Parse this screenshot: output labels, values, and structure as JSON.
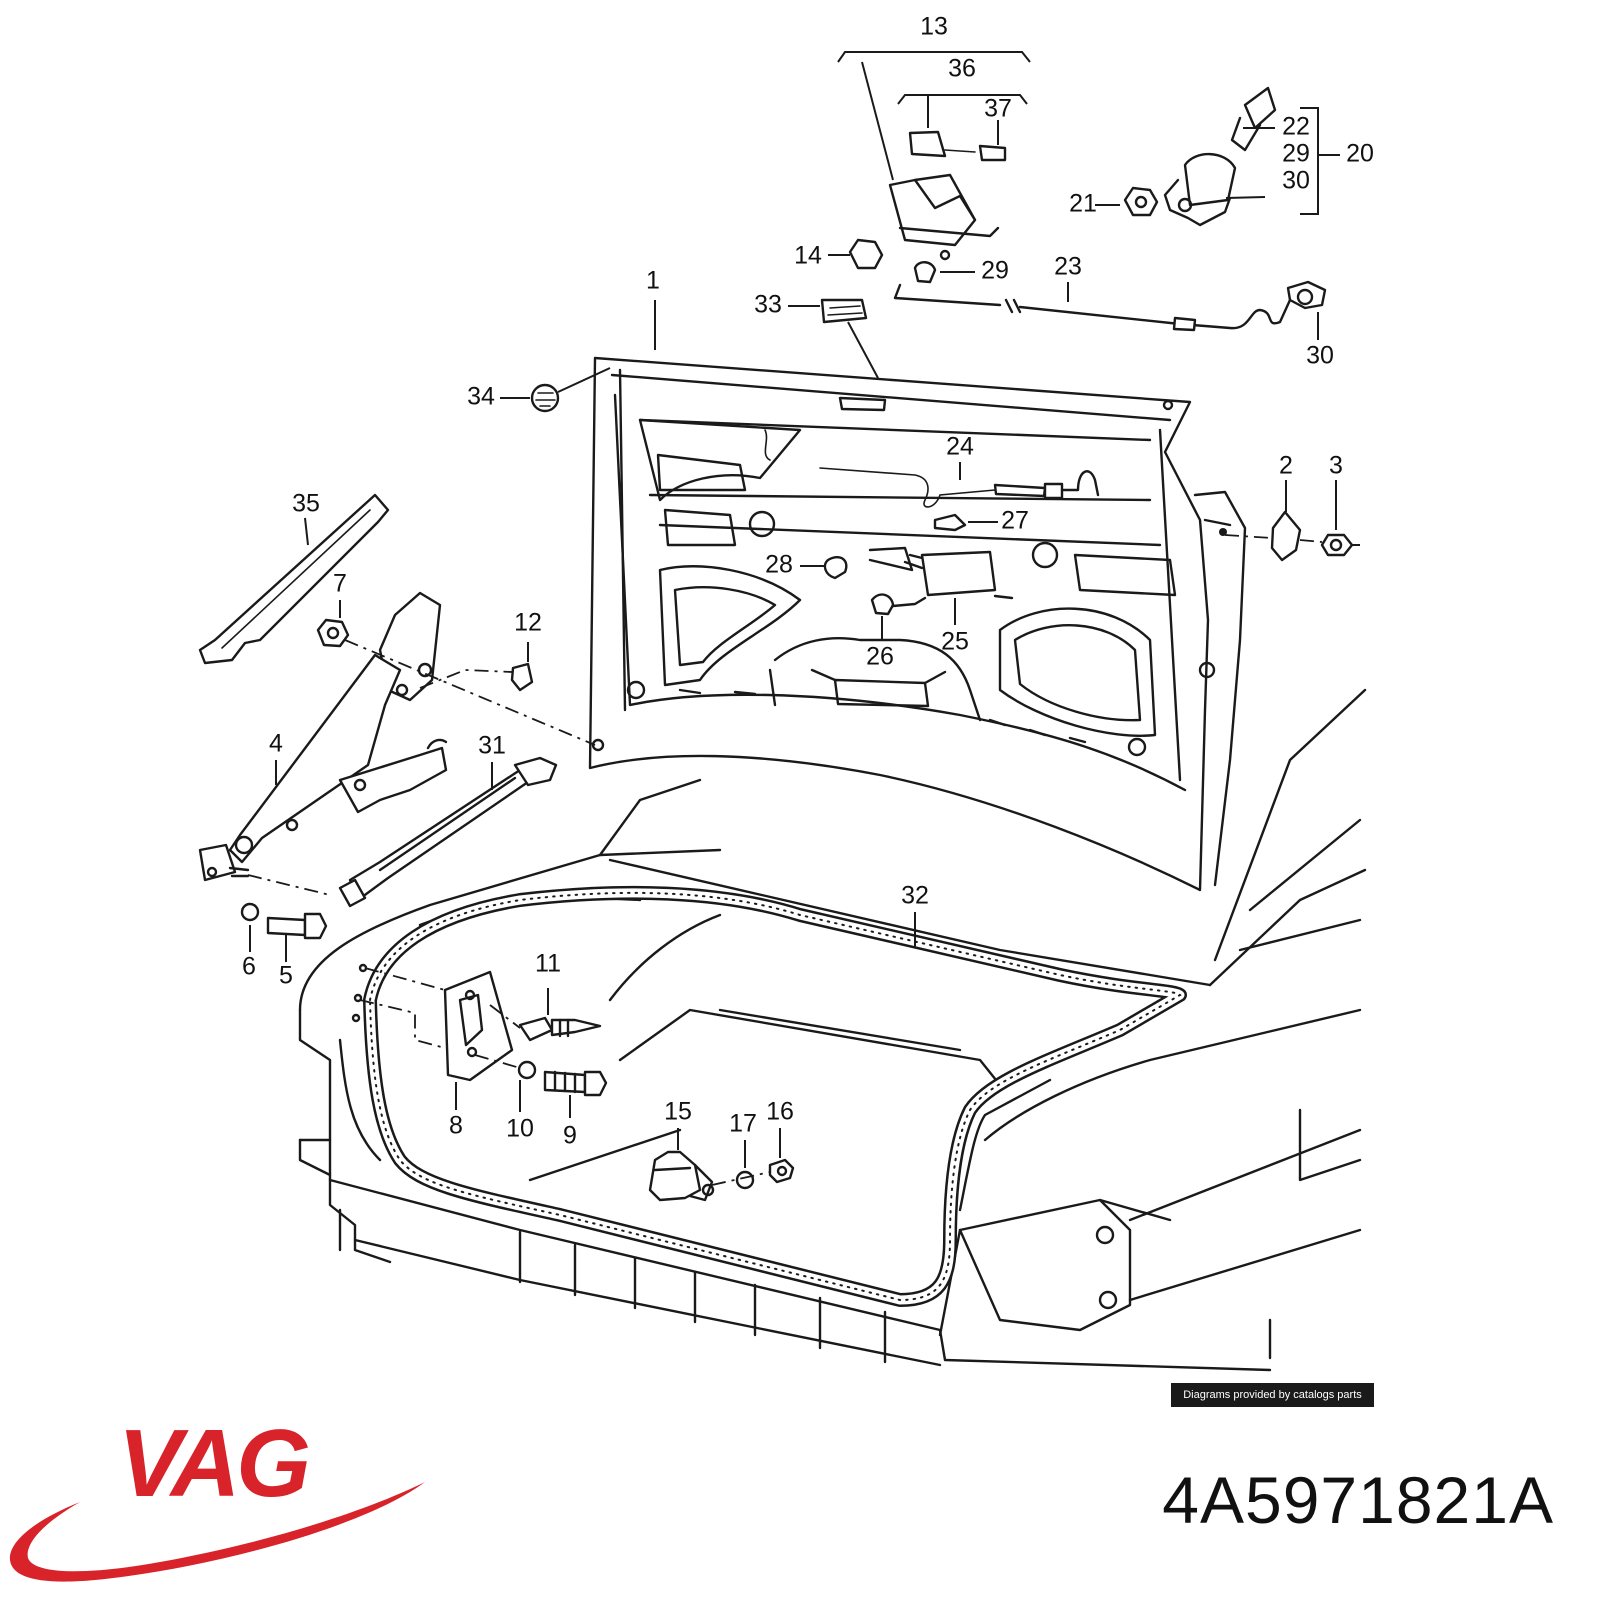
{
  "diagram": {
    "callouts": [
      {
        "id": "c1",
        "label": "1"
      },
      {
        "id": "c2",
        "label": "2"
      },
      {
        "id": "c3",
        "label": "3"
      },
      {
        "id": "c4",
        "label": "4"
      },
      {
        "id": "c5",
        "label": "5"
      },
      {
        "id": "c6",
        "label": "6"
      },
      {
        "id": "c7",
        "label": "7"
      },
      {
        "id": "c8",
        "label": "8"
      },
      {
        "id": "c9",
        "label": "9"
      },
      {
        "id": "c10",
        "label": "10"
      },
      {
        "id": "c11",
        "label": "11"
      },
      {
        "id": "c12",
        "label": "12"
      },
      {
        "id": "c13",
        "label": "13"
      },
      {
        "id": "c14",
        "label": "14"
      },
      {
        "id": "c15",
        "label": "15"
      },
      {
        "id": "c16",
        "label": "16"
      },
      {
        "id": "c17",
        "label": "17"
      },
      {
        "id": "c20",
        "label": "20"
      },
      {
        "id": "c21",
        "label": "21"
      },
      {
        "id": "c22",
        "label": "22"
      },
      {
        "id": "c23",
        "label": "23"
      },
      {
        "id": "c24",
        "label": "24"
      },
      {
        "id": "c25",
        "label": "25"
      },
      {
        "id": "c26",
        "label": "26"
      },
      {
        "id": "c27",
        "label": "27"
      },
      {
        "id": "c28",
        "label": "28"
      },
      {
        "id": "c29a",
        "label": "29"
      },
      {
        "id": "c29b",
        "label": "29"
      },
      {
        "id": "c30a",
        "label": "30"
      },
      {
        "id": "c30b",
        "label": "30"
      },
      {
        "id": "c31",
        "label": "31"
      },
      {
        "id": "c32",
        "label": "32"
      },
      {
        "id": "c33",
        "label": "33"
      },
      {
        "id": "c34",
        "label": "34"
      },
      {
        "id": "c35",
        "label": "35"
      },
      {
        "id": "c36",
        "label": "36"
      },
      {
        "id": "c37",
        "label": "37"
      }
    ],
    "credit": "Diagrams provided by catalogs parts"
  },
  "brand": {
    "name": "VAG",
    "color": "#d8232a"
  },
  "part_number": "4A5971821A"
}
